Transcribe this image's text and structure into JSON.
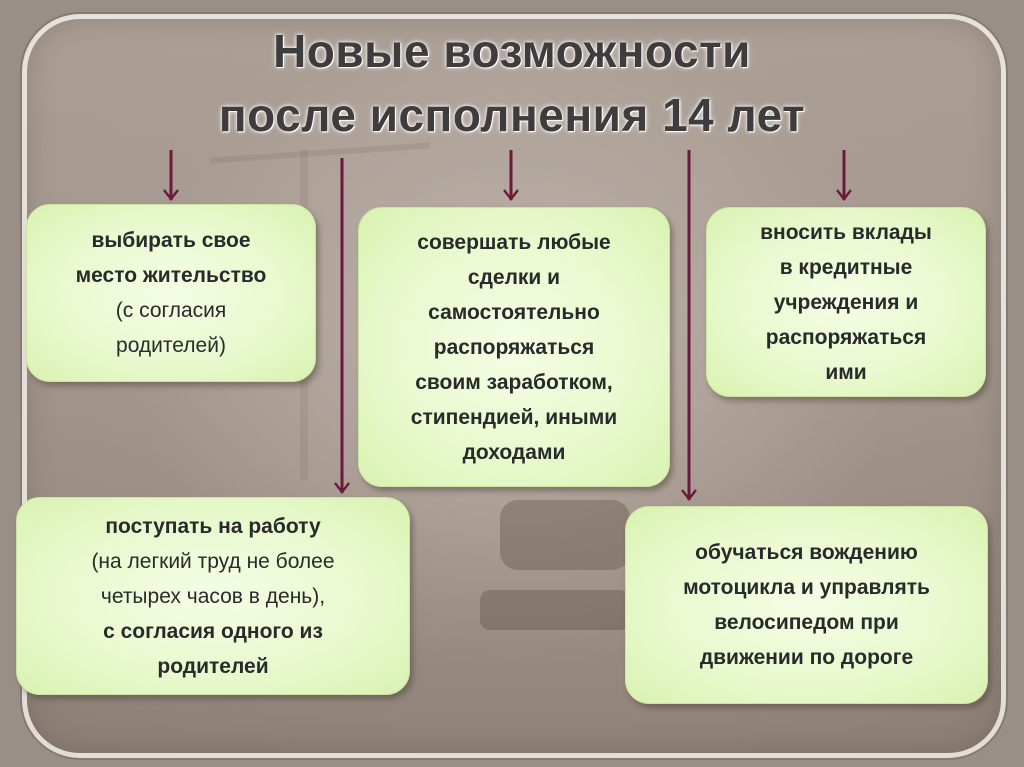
{
  "title": {
    "line1": "Новые возможности",
    "line2": "после исполнения 14 лет"
  },
  "boxes": {
    "residence": {
      "line1": "выбирать свое",
      "line2": "место жительство",
      "line3": "(с согласия",
      "line4": "родителей)"
    },
    "transactions": {
      "line1": "совершать любые",
      "line2": "сделки и",
      "line3": "самостоятельно",
      "line4": "распоряжаться",
      "line5": "своим заработком,",
      "line6": "стипендией, иными",
      "line7": "доходами"
    },
    "deposits": {
      "line1": "вносить вклады",
      "line2": "в кредитные",
      "line3": "учреждения и",
      "line4": "распоряжаться",
      "line5": "ими"
    },
    "work": {
      "line1": "поступать на работу",
      "line2": "(на легкий труд не более",
      "line3": "четырех часов в день),",
      "line4": "с согласия одного из",
      "line5": "родителей"
    },
    "driving": {
      "line1": "обучаться вождению",
      "line2": "мотоцикла и управлять",
      "line3": "велосипедом при",
      "line4": "движении по дороге"
    }
  },
  "colors": {
    "arrow": "#6b1a3c",
    "box_fill": "#e9f9cf",
    "title_text": "#3e3c3c"
  }
}
